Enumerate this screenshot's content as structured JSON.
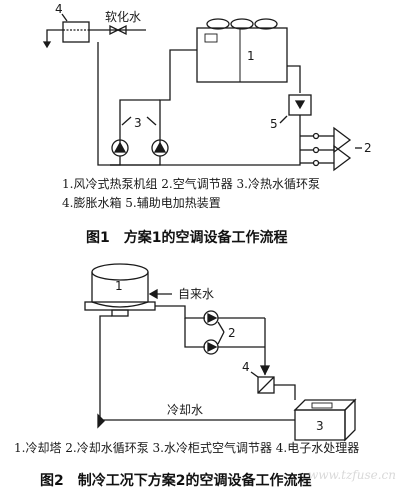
{
  "figure1": {
    "labels": {
      "soft_water": "软化水",
      "n1": "1",
      "n2": "2",
      "n3": "3",
      "n4": "4",
      "n5": "5"
    },
    "legend_line1": "1.风冷式热泵机组 2.空气调节器 3.冷热水循环泵",
    "legend_line2": "4.膨胀水箱 5.辅助电加热装置",
    "caption": "图1　方案1的空调设备工作流程"
  },
  "figure2": {
    "labels": {
      "tap_water": "自来水",
      "cooling_water": "冷却水",
      "n1": "1",
      "n2": "2",
      "n3": "3",
      "n4": "4"
    },
    "legend": "1.冷却塔 2.冷却水循环泵 3.水冷柜式空气调节器 4.电子水处理器",
    "caption": "图2　制冷工况下方案2的空调设备工作流程"
  },
  "watermark": "www.tzfuse.cn"
}
